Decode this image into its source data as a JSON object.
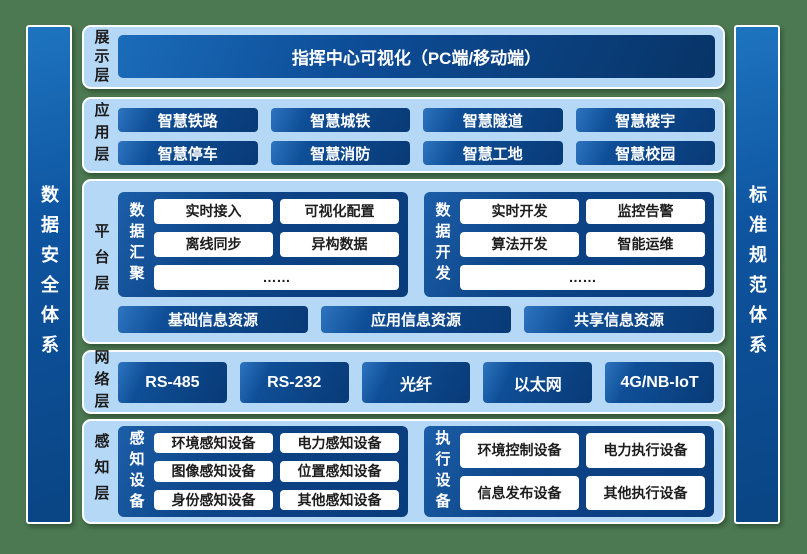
{
  "colors": {
    "background_green": "#4c7952",
    "panel_light_blue": "#b5d8f7",
    "box_dark_blue": "#0d4a90",
    "box_white": "#ffffff",
    "text_dark": "#1b1b1b",
    "text_white": "#ffffff"
  },
  "left_sidebar": {
    "label": "数据安全体系"
  },
  "right_sidebar": {
    "label": "标准规范体系"
  },
  "layers": {
    "display": {
      "label": "展示层",
      "title": "指挥中心可视化（PC端/移动端）"
    },
    "application": {
      "label": "应用层",
      "items": [
        "智慧铁路",
        "智慧城铁",
        "智慧隧道",
        "智慧楼宇",
        "智慧停车",
        "智慧消防",
        "智慧工地",
        "智慧校园"
      ]
    },
    "platform": {
      "label": "平台层",
      "groups": [
        {
          "label": "数据汇聚",
          "items": [
            "实时接入",
            "可视化配置",
            "离线同步",
            "异构数据",
            "……"
          ]
        },
        {
          "label": "数据开发",
          "items": [
            "实时开发",
            "监控告警",
            "算法开发",
            "智能运维",
            "……"
          ]
        }
      ],
      "resources": [
        "基础信息资源",
        "应用信息资源",
        "共享信息资源"
      ]
    },
    "network": {
      "label": "网络层",
      "items": [
        "RS-485",
        "RS-232",
        "光纤",
        "以太网",
        "4G/NB-IoT"
      ]
    },
    "perception": {
      "label": "感知层",
      "groups": [
        {
          "label": "感知设备",
          "items": [
            "环境感知设备",
            "电力感知设备",
            "图像感知设备",
            "位置感知设备",
            "身份感知设备",
            "其他感知设备"
          ]
        },
        {
          "label": "执行设备",
          "items": [
            "环境控制设备",
            "电力执行设备",
            "信息发布设备",
            "其他执行设备"
          ]
        }
      ]
    }
  }
}
